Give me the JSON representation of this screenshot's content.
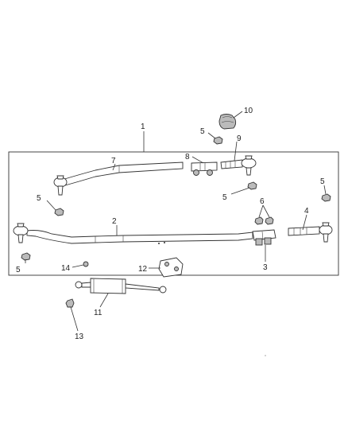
{
  "callouts": [
    {
      "id": "c1",
      "label": "1"
    },
    {
      "id": "c2",
      "label": "2"
    },
    {
      "id": "c3",
      "label": "3"
    },
    {
      "id": "c4",
      "label": "4"
    },
    {
      "id": "c5a",
      "label": "5"
    },
    {
      "id": "c5b",
      "label": "5"
    },
    {
      "id": "c5c",
      "label": "5"
    },
    {
      "id": "c5d",
      "label": "5"
    },
    {
      "id": "c5e",
      "label": "5"
    },
    {
      "id": "c6",
      "label": "6"
    },
    {
      "id": "c7",
      "label": "7"
    },
    {
      "id": "c8",
      "label": "8"
    },
    {
      "id": "c9",
      "label": "9"
    },
    {
      "id": "c10",
      "label": "10"
    },
    {
      "id": "c11",
      "label": "11"
    },
    {
      "id": "c12",
      "label": "12"
    },
    {
      "id": "c13",
      "label": "13"
    },
    {
      "id": "c14",
      "label": "14"
    }
  ]
}
